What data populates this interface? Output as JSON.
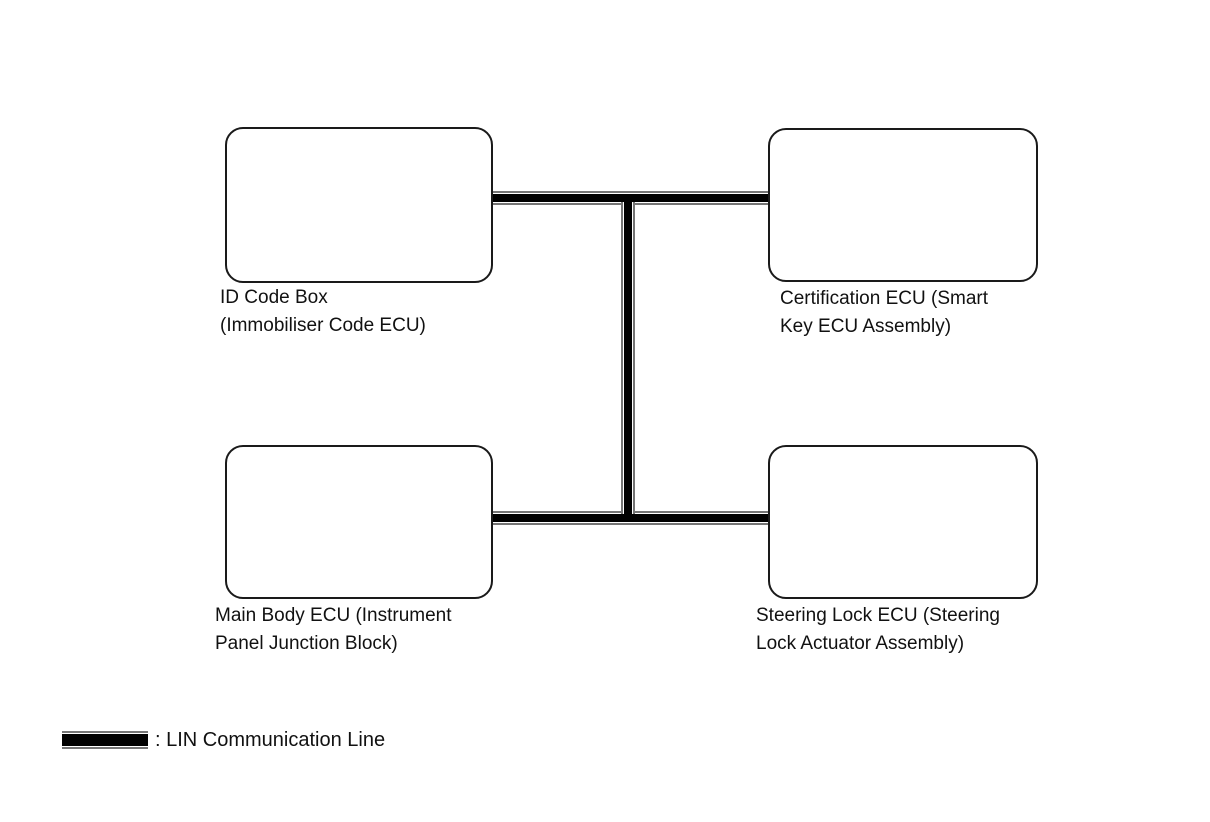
{
  "diagram": {
    "type": "ecu-network-diagram",
    "nodes": [
      {
        "id": "id-code-box",
        "label": "ID Code Box\n(Immobiliser Code ECU)"
      },
      {
        "id": "certification-ecu",
        "label": "Certification ECU (Smart\nKey ECU Assembly)"
      },
      {
        "id": "main-body-ecu",
        "label": "Main Body ECU (Instrument\nPanel Junction Block)"
      },
      {
        "id": "steering-lock-ecu",
        "label": "Steering Lock ECU (Steering\nLock Actuator Assembly)"
      }
    ],
    "connections": [
      {
        "from": "id-code-box",
        "to": "certification-ecu",
        "type": "LIN",
        "shape": "horizontal-top"
      },
      {
        "from": "main-body-ecu",
        "to": "steering-lock-ecu",
        "type": "LIN",
        "shape": "horizontal-bottom"
      },
      {
        "from": "horizontal-top",
        "to": "horizontal-bottom",
        "type": "LIN",
        "shape": "vertical-center"
      }
    ],
    "legend": {
      "swatch": "lin-line-swatch",
      "label": ": LIN Communication Line"
    },
    "colors": {
      "background": "#ffffff",
      "line_core": "#000000",
      "line_edge": "#757575",
      "text": "#111111",
      "box_border": "#1a1a1a"
    }
  }
}
